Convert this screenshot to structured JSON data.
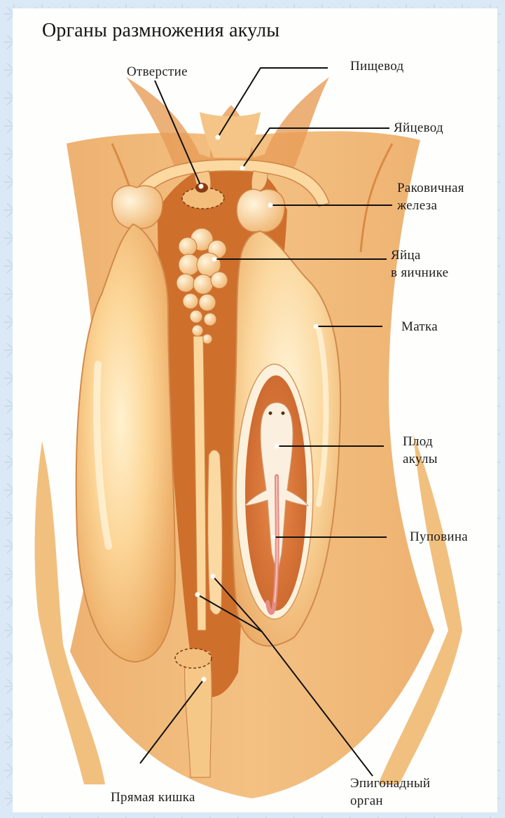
{
  "title": "Органы размножения акулы",
  "labels": {
    "otverstie": "Отверстие",
    "pishchevod": "Пищевод",
    "yaytsevod": "Яйцевод",
    "rakovichnaya_1": "Раковичная",
    "rakovichnaya_2": "железа",
    "yaytsa_1": "Яйца",
    "yaytsa_2": "в яичнике",
    "matka": "Матка",
    "plod_1": "Плод",
    "plod_2": "акулы",
    "pupovina": "Пуповина",
    "pryamaya_kishka": "Прямая кишка",
    "epigonadny_1": "Эпигонадный",
    "epigonadny_2": "орган"
  },
  "colors": {
    "frame_background": "#dde9f5",
    "sheet": "#fefefc",
    "outer_flesh": "#e9a564",
    "dark_flesh": "#cf6f2c",
    "uterus_light": "#fde0a8",
    "leader_line": "#111111"
  }
}
